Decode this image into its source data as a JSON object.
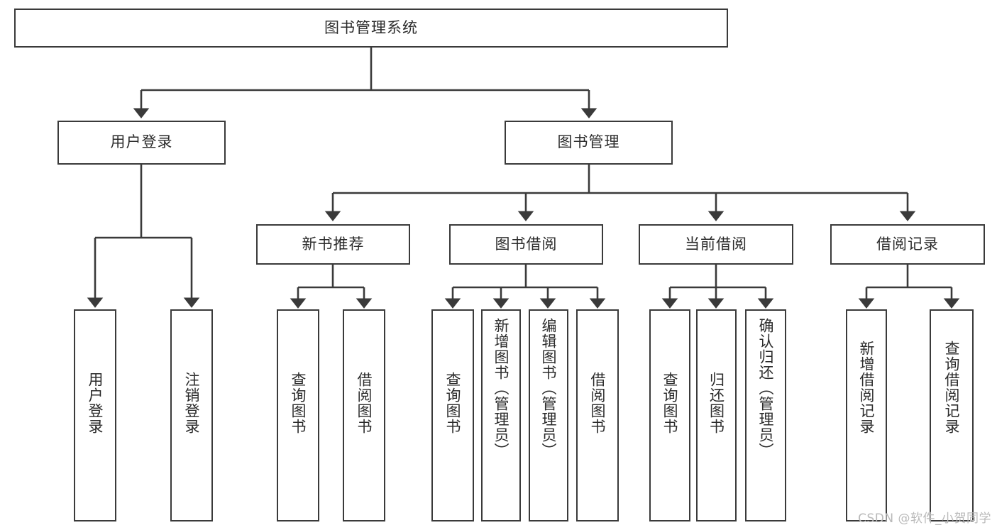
{
  "diagram": {
    "type": "tree",
    "title": "图书管理系统",
    "watermark": "CSDN @软件_小贺同学",
    "accent_color": "#3a3a3a",
    "background_color": "#ffffff",
    "text_color": "#2b2b2b",
    "nodes": {
      "root": {
        "label": "图书管理系统",
        "orientation": "horizontal"
      },
      "l2": [
        {
          "id": "user-login",
          "label": "用户登录",
          "orientation": "horizontal"
        },
        {
          "id": "book-manage",
          "label": "图书管理",
          "orientation": "horizontal"
        }
      ],
      "l3": [
        {
          "id": "new-book-recommend",
          "label": "新书推荐",
          "orientation": "horizontal"
        },
        {
          "id": "book-borrow",
          "label": "图书借阅",
          "orientation": "horizontal"
        },
        {
          "id": "current-borrow",
          "label": "当前借阅",
          "orientation": "horizontal"
        },
        {
          "id": "borrow-record",
          "label": "借阅记录",
          "orientation": "horizontal"
        }
      ],
      "leaves": [
        {
          "id": "leaf-user-login",
          "label": "用户登录",
          "parent": "user-login",
          "orientation": "vertical"
        },
        {
          "id": "leaf-user-logout",
          "label": "注销登录",
          "parent": "user-login",
          "orientation": "vertical"
        },
        {
          "id": "leaf-query-book-1",
          "label": "查询图书",
          "parent": "new-book-recommend",
          "orientation": "vertical"
        },
        {
          "id": "leaf-borrow-book-1",
          "label": "借阅图书",
          "parent": "new-book-recommend",
          "orientation": "vertical"
        },
        {
          "id": "leaf-query-book-2",
          "label": "查询图书",
          "parent": "book-borrow",
          "orientation": "vertical"
        },
        {
          "id": "leaf-add-book",
          "label": "新增图书（管理员）",
          "parent": "book-borrow",
          "orientation": "vertical"
        },
        {
          "id": "leaf-edit-book",
          "label": "编辑图书（管理员）",
          "parent": "book-borrow",
          "orientation": "vertical"
        },
        {
          "id": "leaf-borrow-book-2",
          "label": "借阅图书",
          "parent": "book-borrow",
          "orientation": "vertical"
        },
        {
          "id": "leaf-query-book-3",
          "label": "查询图书",
          "parent": "current-borrow",
          "orientation": "vertical"
        },
        {
          "id": "leaf-return-book",
          "label": "归还图书",
          "parent": "current-borrow",
          "orientation": "vertical"
        },
        {
          "id": "leaf-confirm-return",
          "label": "确认归还（管理员）",
          "parent": "current-borrow",
          "orientation": "vertical"
        },
        {
          "id": "leaf-add-record",
          "label": "新增借阅记录",
          "parent": "borrow-record",
          "orientation": "vertical"
        },
        {
          "id": "leaf-query-record",
          "label": "查询借阅记录",
          "parent": "borrow-record",
          "orientation": "vertical"
        }
      ]
    }
  }
}
